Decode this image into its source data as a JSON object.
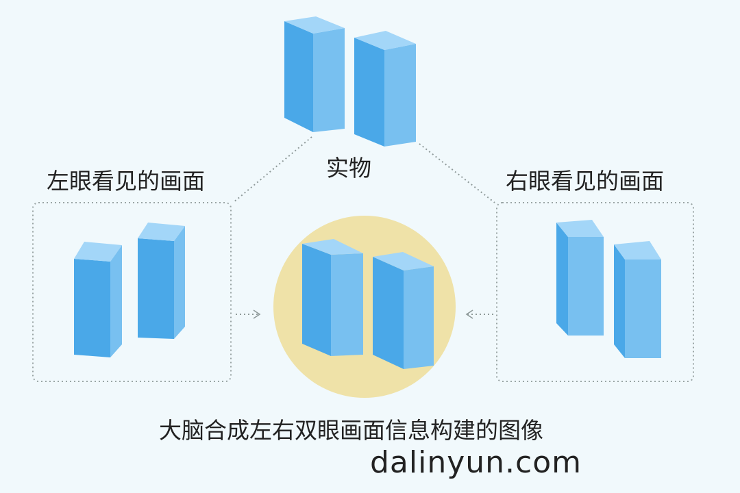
{
  "labels": {
    "real_object": "实物",
    "left_eye_view": "左眼看见的画面",
    "right_eye_view": "右眼看见的画面",
    "brain_caption": "大脑合成左右双眼画面信息构建的图像",
    "watermark": "dalinyun.com"
  },
  "colors": {
    "background": "#f1f9fc",
    "box_front": "#4aa8e8",
    "box_side": "#78c0f0",
    "box_top": "#a3d6f8",
    "merge_circle": "#efe2a8",
    "dotted_line": "#8f9a9a",
    "text": "#222222"
  }
}
